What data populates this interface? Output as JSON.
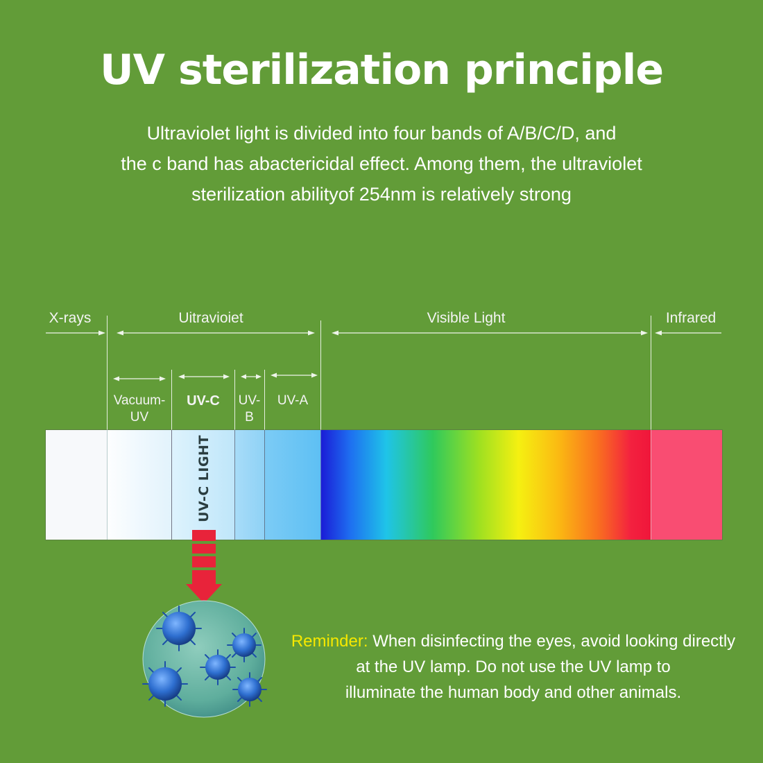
{
  "title": "UV sterilization principle",
  "subtitle": [
    "Ultraviolet light is divided into four bands of A/B/C/D, and",
    "the c band has abactericidal effect. Among them, the ultraviolet",
    "sterilization abilityof 254nm is relatively strong"
  ],
  "spectrum": {
    "top_labels": {
      "xrays": "X-rays",
      "ultraviolet": "Uitravioiet",
      "visible": "Visible Light",
      "infrared": "Infrared"
    },
    "sub_labels": {
      "vacuum_uv": [
        "Vacuum-",
        "UV"
      ],
      "uvc": "UV-C",
      "uvb": [
        "UV-",
        "B"
      ],
      "uva": "UV-A"
    },
    "uvc_light_label": "UV-C LIGHT"
  },
  "reminder": {
    "key": "Reminder:",
    "line1": "When disinfecting the eyes, avoid looking directly",
    "line2": "at the UV lamp. Do not use the UV lamp to",
    "line3": "illuminate the human body and other animals."
  },
  "colors": {
    "background": "#629c38",
    "reminder_key": "#f6e800",
    "arrow": "#e8233a",
    "virus": "#2e6fd0"
  }
}
